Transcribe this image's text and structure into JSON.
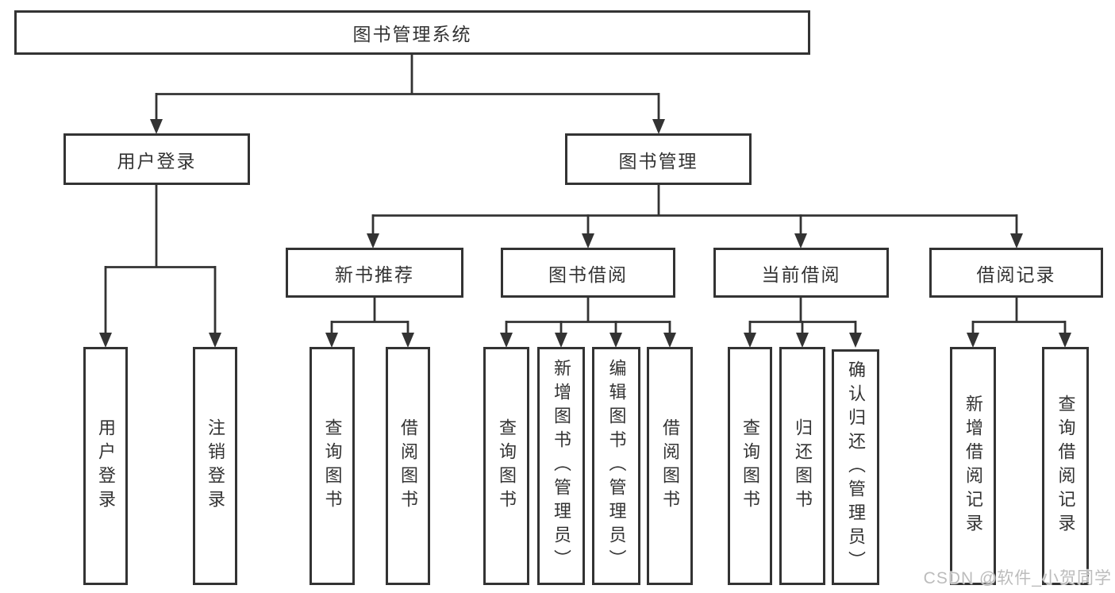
{
  "tree": {
    "root": {
      "label": "图书管理系统",
      "children": [
        {
          "label": "用户登录",
          "children": [
            {
              "label": "用户登录"
            },
            {
              "label": "注销登录"
            }
          ]
        },
        {
          "label": "图书管理",
          "children": [
            {
              "label": "新书推荐",
              "children": [
                {
                  "label": "查询图书"
                },
                {
                  "label": "借阅图书"
                }
              ]
            },
            {
              "label": "图书借阅",
              "children": [
                {
                  "label": "查询图书"
                },
                {
                  "label": "新增图书（管理员）"
                },
                {
                  "label": "编辑图书（管理员）"
                },
                {
                  "label": "借阅图书"
                }
              ]
            },
            {
              "label": "当前借阅",
              "children": [
                {
                  "label": "查询图书"
                },
                {
                  "label": "归还图书"
                },
                {
                  "label": "确认归还（管理员）"
                }
              ]
            },
            {
              "label": "借阅记录",
              "children": [
                {
                  "label": "新增借阅记录"
                },
                {
                  "label": "查询借阅记录"
                }
              ]
            }
          ]
        }
      ]
    }
  },
  "watermark": {
    "text": "CSDN @软件_小贺同学"
  },
  "colors": {
    "line": "#333333",
    "text": "#333333",
    "box_border": "#333333",
    "background": "#ffffff",
    "watermark": "#bcbcbc"
  }
}
